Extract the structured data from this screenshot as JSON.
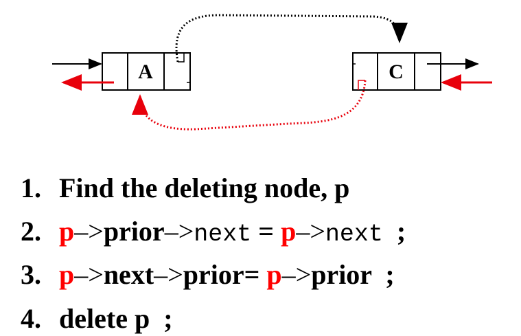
{
  "diagram": {
    "node_a_label": "A",
    "node_c_label": "C",
    "colors": {
      "black": "#000000",
      "red": "#e8000b"
    }
  },
  "steps": [
    {
      "number": "1.",
      "text": "Find the deleting node, p"
    },
    {
      "number": "2.",
      "parts": [
        "p",
        "–>",
        "prior",
        "–>",
        "next",
        " = ",
        "p",
        "–>",
        "next",
        "  ;"
      ]
    },
    {
      "number": "3.",
      "parts": [
        "p",
        "–>",
        "next",
        "–>",
        "prior",
        "= ",
        "p",
        "–>",
        "prior",
        "  ;"
      ]
    },
    {
      "number": "4.",
      "text": "delete p  ;"
    }
  ]
}
